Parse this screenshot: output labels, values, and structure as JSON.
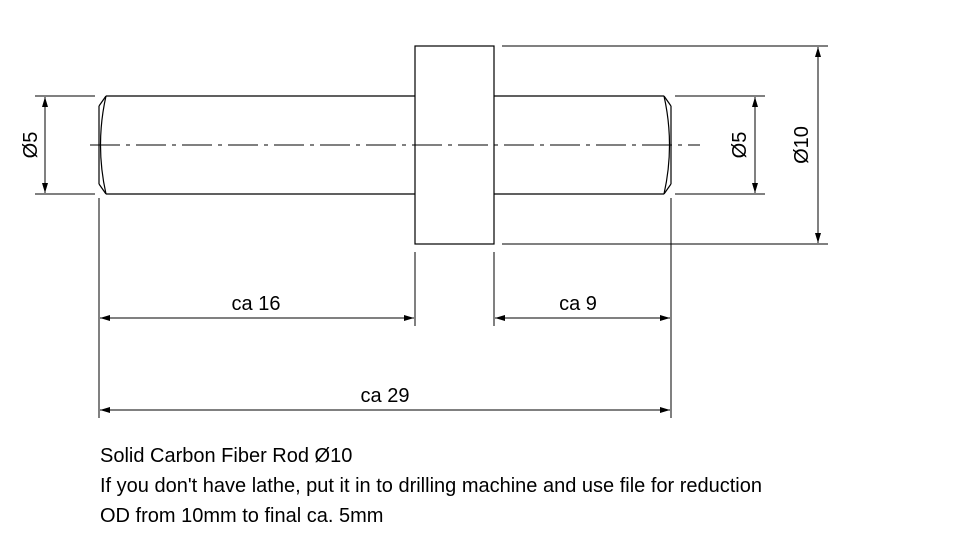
{
  "dimensions": {
    "left_diameter": "Ø5",
    "right_diameter": "Ø5",
    "collar_diameter": "Ø10",
    "left_length": "ca 16",
    "right_length": "ca 9",
    "total_length": "ca 29"
  },
  "notes": {
    "line1": "Solid Carbon Fiber Rod Ø10",
    "line2": "If you don't have lathe, put it in to drilling machine and use file for reduction",
    "line3": "OD from 10mm to final ca. 5mm"
  },
  "colors": {
    "line": "#000000",
    "background": "#ffffff"
  }
}
